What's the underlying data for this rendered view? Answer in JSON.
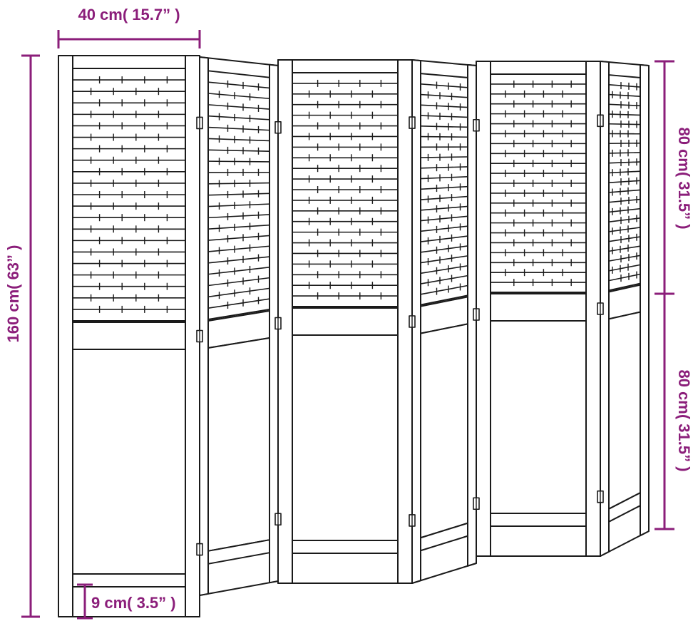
{
  "colors": {
    "dimension": "#8B1E7A",
    "outline": "#1a1a1a",
    "background": "#ffffff"
  },
  "dimensions": {
    "panel_width": "40 cm( 15.7” )",
    "total_height": "160 cm( 63” )",
    "upper_height": "80 cm( 31.5” )",
    "lower_height": "80 cm( 31.5” )",
    "leg_height": "9 cm( 3.5” )"
  },
  "product": {
    "panel_count": 6
  }
}
